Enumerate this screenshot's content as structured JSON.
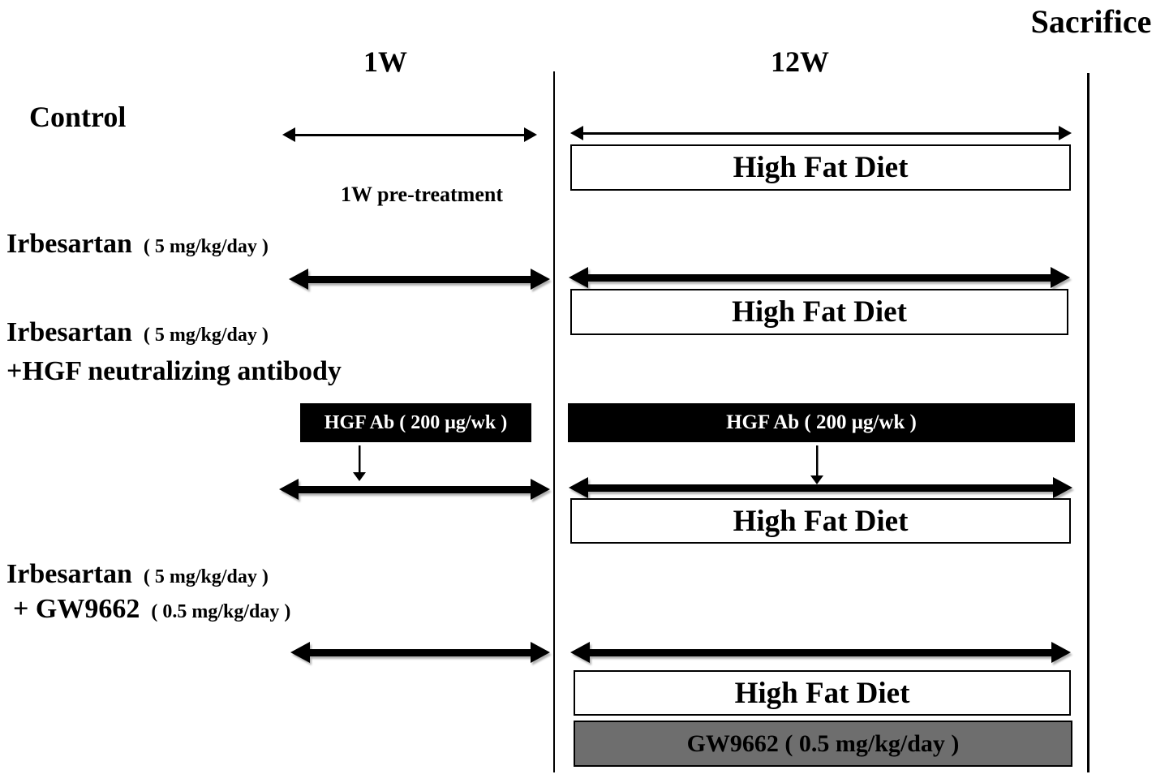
{
  "figure": {
    "sacrifice_label": "Sacrifice",
    "week1_label": "1W",
    "week12_label": "12W",
    "pretreatment_label": "1W pre-treatment",
    "high_fat_diet_label": "High Fat Diet",
    "hgf_ab_label": "HGF Ab ( 200 μg/wk )",
    "gw9662_box_label": "GW9662 ( 0.5 mg/kg/day )",
    "groups": [
      {
        "name": "Control",
        "dose": ""
      },
      {
        "name": "Irbesartan",
        "dose": "( 5 mg/kg/day )"
      },
      {
        "name": "Irbesartan",
        "dose": "( 5 mg/kg/day )",
        "line2_name": "+HGF neutralizing antibody",
        "line2_dose": ""
      },
      {
        "name": "Irbesartan",
        "dose": "( 5 mg/kg/day )",
        "line2_name": "+ GW9662",
        "line2_dose": "( 0.5 mg/kg/day )"
      }
    ],
    "colors": {
      "black": "#000000",
      "white": "#ffffff",
      "gray_box": "#6e6e6e"
    }
  }
}
